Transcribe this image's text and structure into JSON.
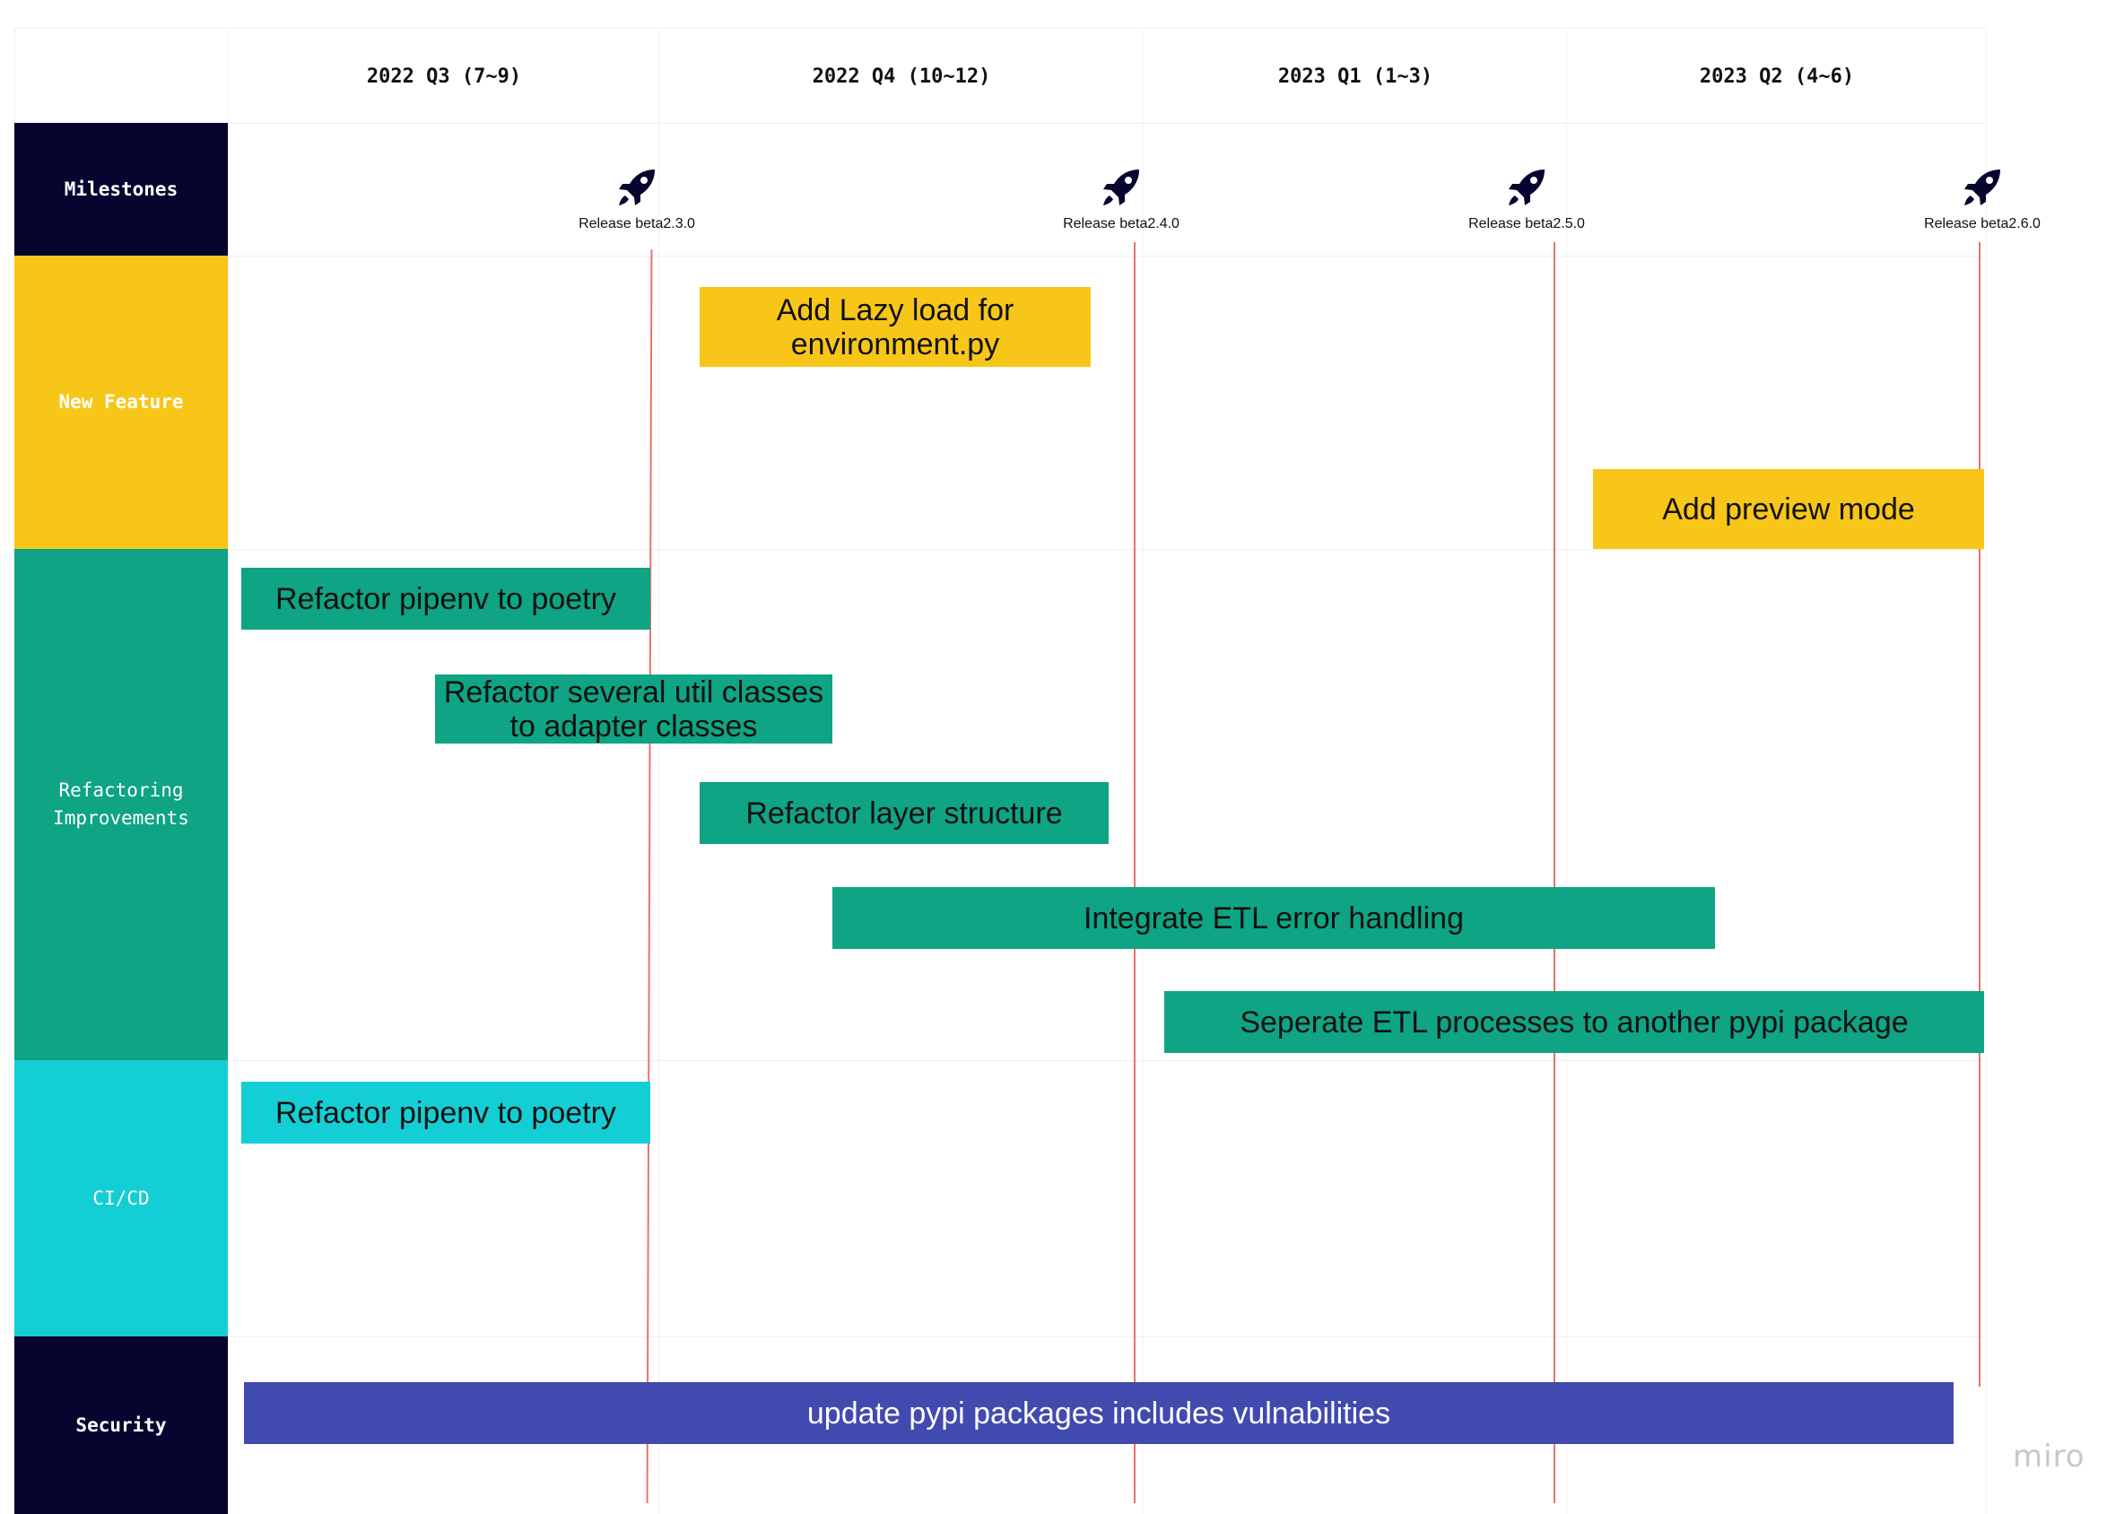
{
  "colors": {
    "milestones": "#07052f",
    "new_feature": "#f8c618",
    "refactoring": "#0ea484",
    "cicd": "#14ced5",
    "security": "#07052f",
    "security_card": "#404aaf",
    "release_line": "#e8736b",
    "rocket": "#07052f"
  },
  "quarters": [
    "2022 Q3 (7~9)",
    "2022 Q4 (10~12)",
    "2023 Q1 (1~3)",
    "2023 Q2 (4~6)"
  ],
  "rows": {
    "milestones": "Milestones",
    "new_feature": "New Feature",
    "refactoring": "Refactoring\nImprovements",
    "cicd": "CI/CD",
    "security": "Security"
  },
  "milestones": [
    {
      "label": "Release beta2.3.0",
      "icon": "rocket-icon"
    },
    {
      "label": "Release beta2.4.0",
      "icon": "rocket-icon"
    },
    {
      "label": "Release beta2.5.0",
      "icon": "rocket-icon"
    },
    {
      "label": "Release beta2.6.0",
      "icon": "rocket-icon"
    }
  ],
  "cards": {
    "lazy_load": "Add Lazy load for\nenvironment.py",
    "preview_mode": "Add preview mode",
    "refactor_pipenv_1": "Refactor pipenv to poetry",
    "refactor_util": "Refactor several util classes\nto adapter classes",
    "refactor_layer": "Refactor layer structure",
    "etl_error": "Integrate ETL error handling",
    "etl_separate": "Seperate ETL processes to another pypi package",
    "refactor_pipenv_2": "Refactor pipenv to poetry",
    "update_pypi": "update pypi packages includes vulnabilities"
  },
  "logo": "miro"
}
